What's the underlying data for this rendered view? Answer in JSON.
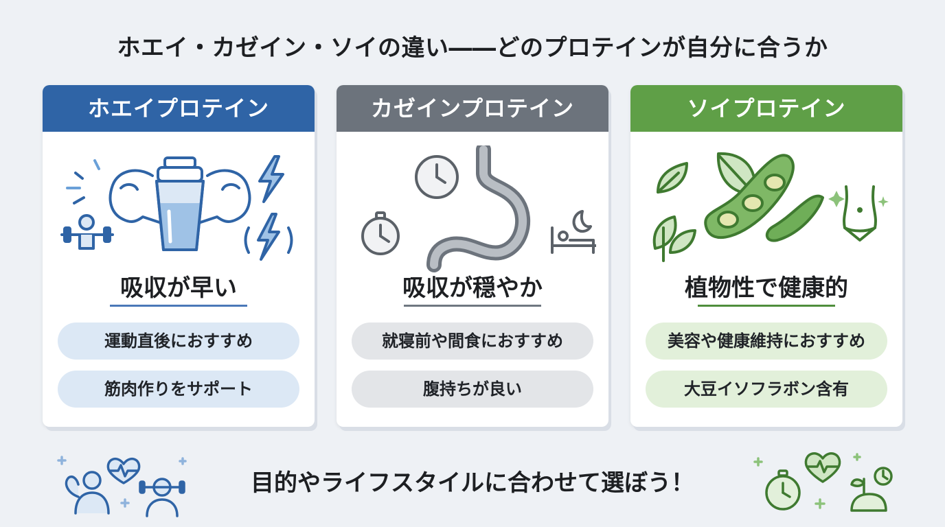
{
  "title": "ホエイ・カゼイン・ソイの違い――どのプロテインが自分に合うか",
  "cards": [
    {
      "header": "ホエイプロテイン",
      "feature": "吸収が早い",
      "points": [
        "運動直後におすすめ",
        "筋肉作りをサポート"
      ],
      "colors": {
        "header": "#2f64a6",
        "pill": "#dce8f5",
        "accent": "#4a78b8"
      }
    },
    {
      "header": "カゼインプロテイン",
      "feature": "吸収が穏やか",
      "points": [
        "就寝前や間食におすすめ",
        "腹持ちが良い"
      ],
      "colors": {
        "header": "#6c737c",
        "pill": "#e3e5e8",
        "accent": "#6f7780"
      }
    },
    {
      "header": "ソイプロテイン",
      "feature": "植物性で健康的",
      "points": [
        "美容や健康維持におすすめ",
        "大豆イソフラボン含有"
      ],
      "colors": {
        "header": "#5f9f47",
        "pill": "#e2f0da",
        "accent": "#4f8e3c"
      }
    }
  ],
  "footer": "目的やライフスタイルに合わせて選ぼう！",
  "icons": {
    "whey": [
      "muscle-arm-icon",
      "shaker-bottle-icon",
      "lightning-icon",
      "weightlifter-icon"
    ],
    "casein": [
      "clock-icon",
      "stopwatch-icon",
      "stomach-icon",
      "sleeping-bed-icon",
      "moon-icon"
    ],
    "soy": [
      "leaf-icon",
      "soybean-pod-icon",
      "waist-icon",
      "sparkle-icon"
    ],
    "footer_left": [
      "strong-person-icon",
      "heartbeat-icon",
      "lifter-person-icon"
    ],
    "footer_right": [
      "stopwatch-icon",
      "heartbeat-icon",
      "plant-clock-icon"
    ]
  }
}
